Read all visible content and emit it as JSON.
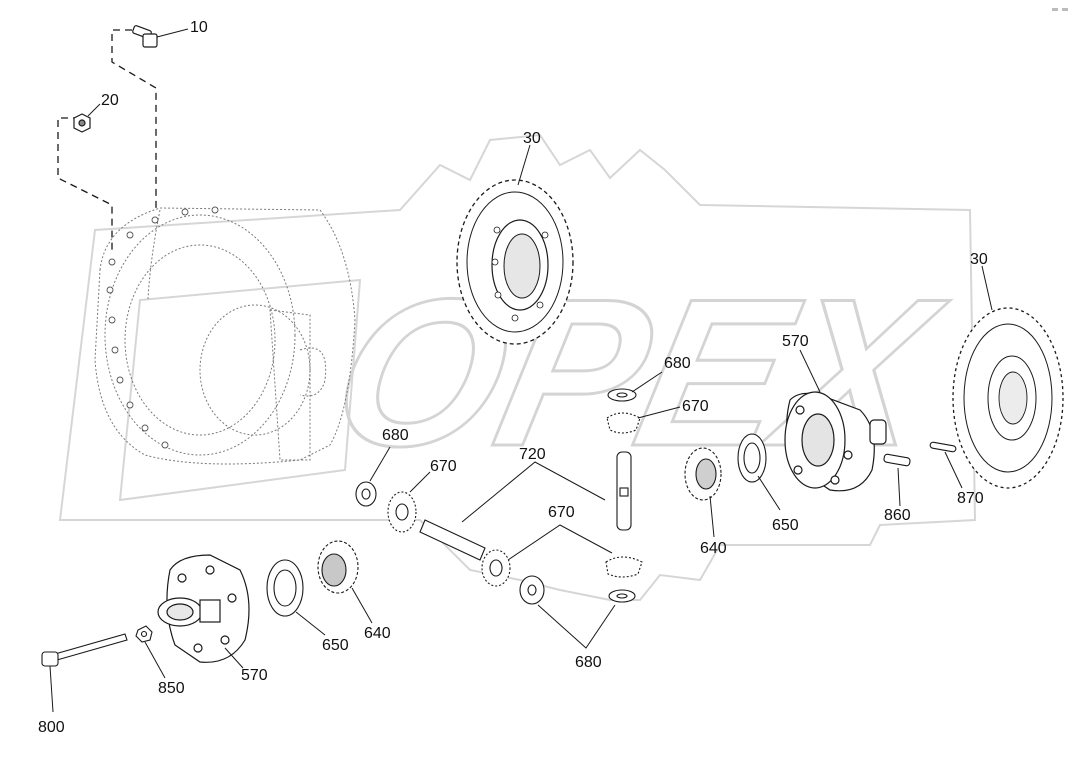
{
  "watermark": {
    "text": "OPEX",
    "color": "#d9d9d9"
  },
  "callouts": {
    "c10": "10",
    "c20": "20",
    "c30_top": "30",
    "c30_right": "30",
    "c570_top": "570",
    "c570_bottom": "570",
    "c640_right": "640",
    "c640_left": "640",
    "c650_right": "650",
    "c650_left": "650",
    "c670_top": "670",
    "c670_left": "670",
    "c670_mid": "670",
    "c680_top": "680",
    "c680_left": "680",
    "c680_bottom": "680",
    "c720": "720",
    "c800": "800",
    "c850": "850",
    "c860": "860",
    "c870": "870"
  },
  "colors": {
    "line": "#1a1a1a",
    "ghost": "#8a8a8a",
    "fill": "#ffffff",
    "shade": "#bdbdbd"
  }
}
